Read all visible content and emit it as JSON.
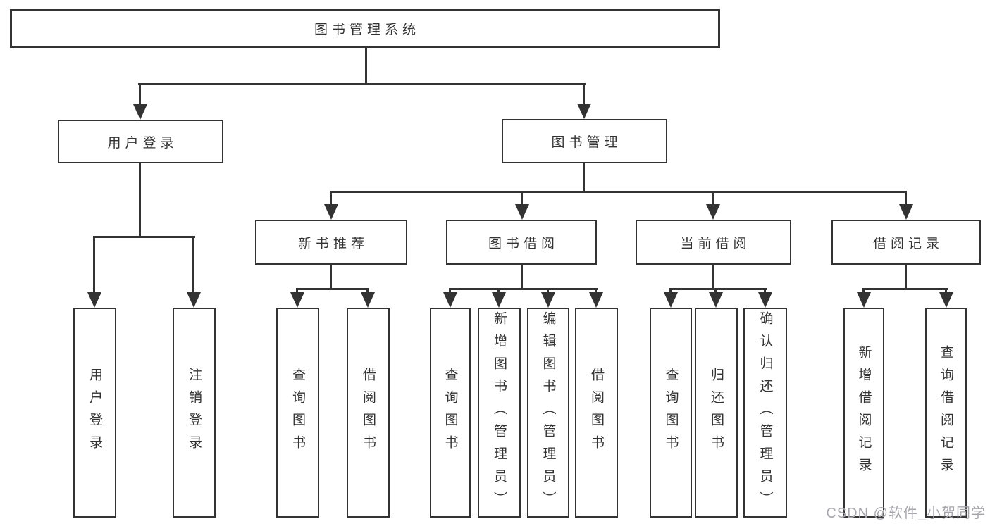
{
  "tree": {
    "label": "图书管理系统",
    "children": [
      {
        "label": "用户登录",
        "children": [
          {
            "label": "用户登录"
          },
          {
            "label": "注销登录"
          }
        ]
      },
      {
        "label": "图书管理",
        "children": [
          {
            "label": "新书推荐",
            "children": [
              {
                "label": "查询图书"
              },
              {
                "label": "借阅图书"
              }
            ]
          },
          {
            "label": "图书借阅",
            "children": [
              {
                "label": "查询图书"
              },
              {
                "label": "新增图书（管理员）"
              },
              {
                "label": "编辑图书（管理员）"
              },
              {
                "label": "借阅图书"
              }
            ]
          },
          {
            "label": "当前借阅",
            "children": [
              {
                "label": "查询图书"
              },
              {
                "label": "归还图书"
              },
              {
                "label": "确认归还（管理员）"
              }
            ]
          },
          {
            "label": "借阅记录",
            "children": [
              {
                "label": "新增借阅记录"
              },
              {
                "label": "查询借阅记录"
              }
            ]
          }
        ]
      }
    ]
  },
  "watermark": {
    "text": "CSDN @软件_小贺同学"
  },
  "colors": {
    "line": "#333333",
    "text": "#333333",
    "box_background": "#ffffff",
    "page_background": "#ffffff",
    "watermark": "#a6a6ad"
  }
}
